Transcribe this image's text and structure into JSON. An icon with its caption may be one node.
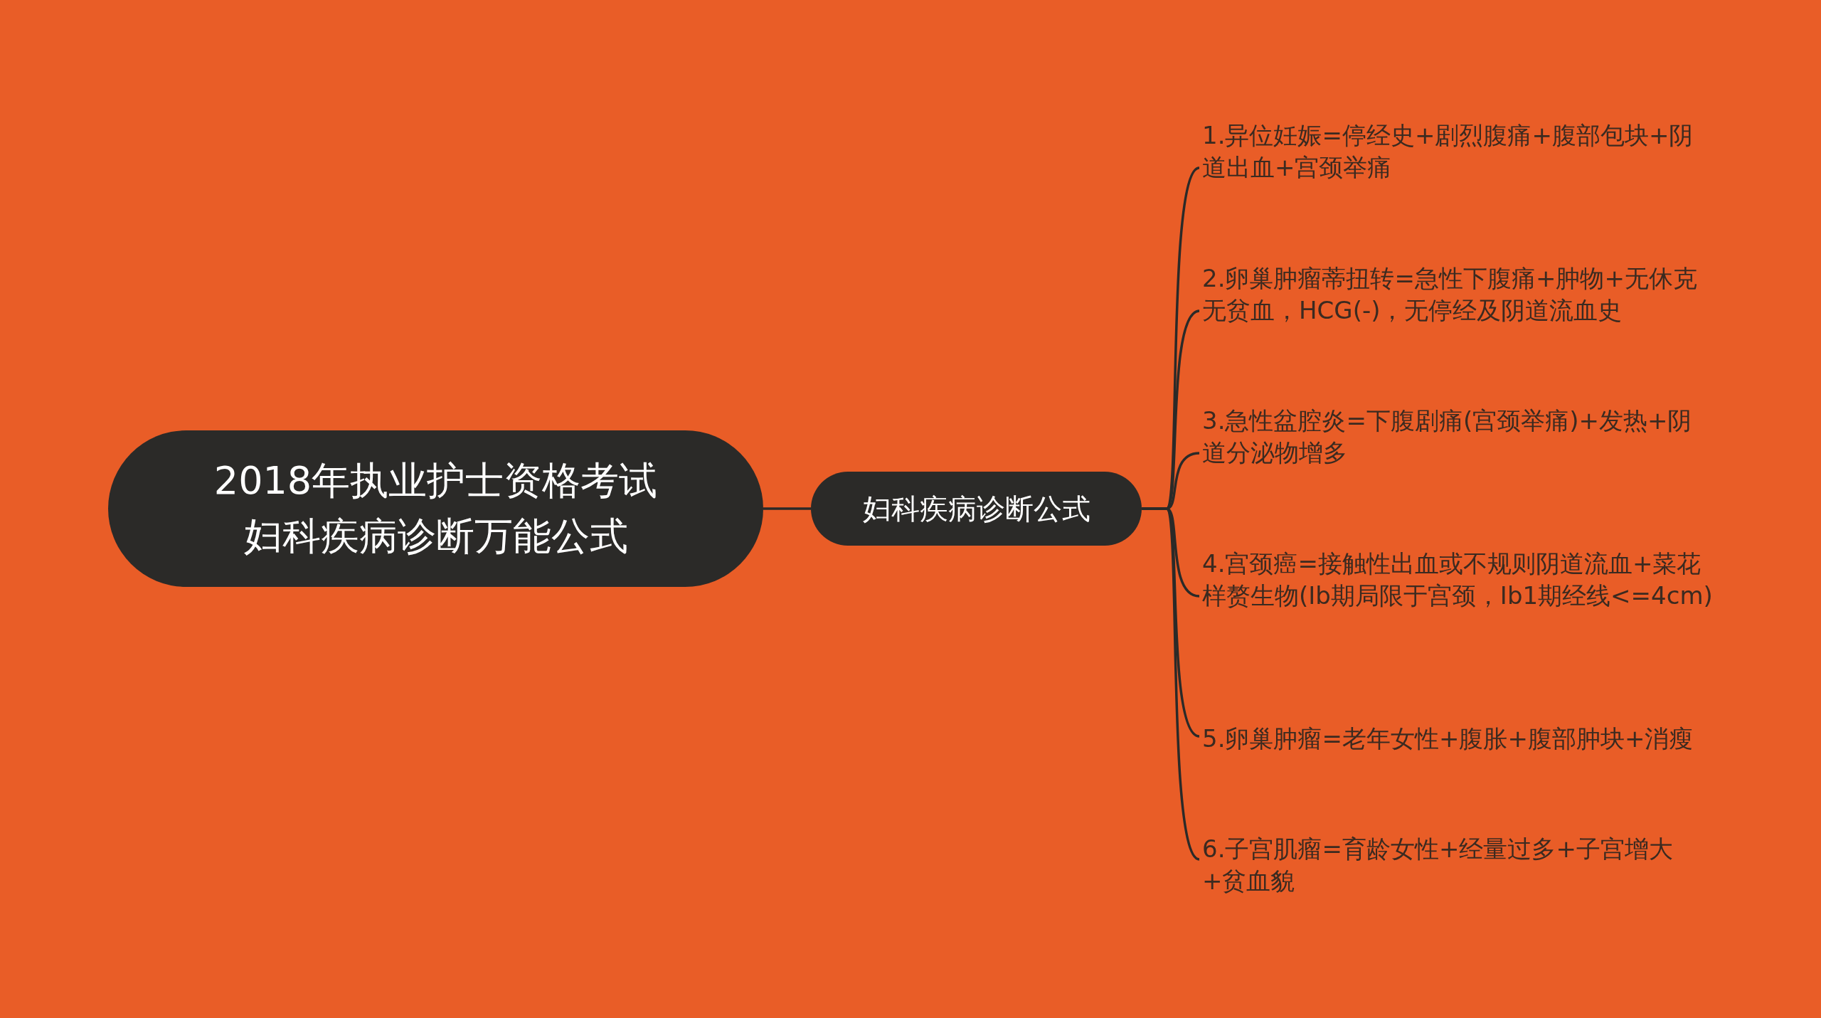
{
  "diagram": {
    "nodes": [
      {
        "text": [
          "2018年执业护士资格考试妇科疾病诊断万能公式"
        ]
      },
      {
        "text": [
          "妇科疾病诊断公式"
        ]
      },
      {
        "text": [
          "1.异位妊娠=停经史+剧烈腹痛+腹部包块+阴道出血+宫颈举痛"
        ]
      },
      {
        "text": [
          "2.卵巢肿瘤蒂扭转=急性下腹痛+肿物+无休克无贫血，HCG(-)，无停经及阴道流血史"
        ]
      },
      {
        "text": [
          "3.急性盆腔炎=下腹剧痛(宫颈举痛)+发热+阴道分泌物增多"
        ]
      },
      {
        "text": [
          "4.宫颈癌=接触性出血或不规则阴道流血+菜花样赘生物(Ib期局限于宫颈，Ib1期经线<=4cm)"
        ]
      },
      {
        "text": [
          "5.卵巢肿瘤=老年女性+腹胀+腹部肿块+消瘦"
        ]
      },
      {
        "text": [
          "6.子宫肌瘤=育龄女性+经量过多+子宫增大+贫血貌"
        ]
      }
    ],
    "edges": [
      {
        "from": 0,
        "to": 1,
        "arrow": "none"
      },
      {
        "from": 1,
        "to": 2,
        "arrow": "none"
      },
      {
        "from": 1,
        "to": 3,
        "arrow": "none"
      },
      {
        "from": 1,
        "to": 4,
        "arrow": "none"
      },
      {
        "from": 1,
        "to": 5,
        "arrow": "none"
      },
      {
        "from": 1,
        "to": 6,
        "arrow": "none"
      },
      {
        "from": 1,
        "to": 7,
        "arrow": "none"
      }
    ]
  }
}
